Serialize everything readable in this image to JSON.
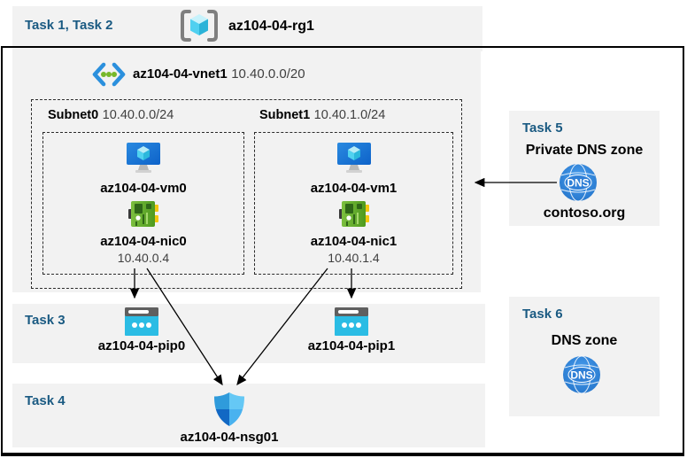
{
  "colors": {
    "accent_task_blue": "#1A5A82",
    "band_gray": "#f2f2f2",
    "vm_blue": "#1077d4",
    "nic_green": "#6db33f",
    "pip_cyan": "#2bbce4",
    "dns_blue": "#2e7fd2",
    "nsg_blue_dark": "#1268C4",
    "nsg_blue_light": "#65C8F5"
  },
  "header": {
    "task_label": "Task 1, Task 2",
    "resource_group": "az104-04-rg1"
  },
  "vnet": {
    "name": "az104-04-vnet1",
    "cidr": "10.40.0.0/20",
    "subnets": [
      {
        "name": "Subnet0",
        "cidr": "10.40.0.0/24",
        "vm": "az104-04-vm0",
        "nic": "az104-04-nic0",
        "ip": "10.40.0.4"
      },
      {
        "name": "Subnet1",
        "cidr": "10.40.1.0/24",
        "vm": "az104-04-vm1",
        "nic": "az104-04-nic1",
        "ip": "10.40.1.4"
      }
    ]
  },
  "task3": {
    "label": "Task 3",
    "pips": [
      "az104-04-pip0",
      "az104-04-pip1"
    ]
  },
  "task4": {
    "label": "Task 4",
    "nsg": "az104-04-nsg01"
  },
  "task5": {
    "label": "Task 5",
    "title": "Private DNS zone",
    "zone": "contoso.org"
  },
  "task6": {
    "label": "Task 6",
    "title": "DNS zone"
  }
}
